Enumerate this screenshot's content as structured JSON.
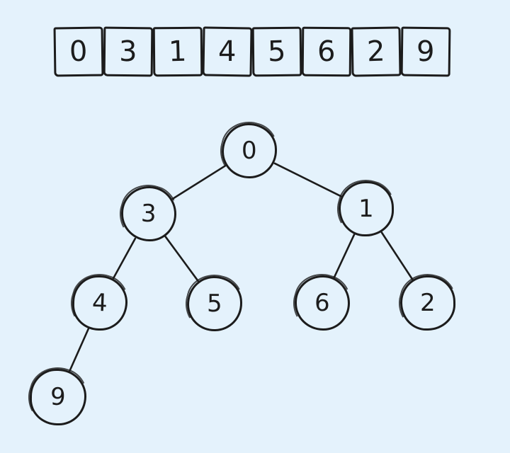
{
  "diagram": {
    "kind": "array-to-binary-tree",
    "array": {
      "values": [
        "0",
        "3",
        "1",
        "4",
        "5",
        "6",
        "2",
        "9"
      ]
    },
    "tree": {
      "nodes": [
        {
          "id": "0",
          "label": "0"
        },
        {
          "id": "3",
          "label": "3"
        },
        {
          "id": "1",
          "label": "1"
        },
        {
          "id": "4",
          "label": "4"
        },
        {
          "id": "5",
          "label": "5"
        },
        {
          "id": "6",
          "label": "6"
        },
        {
          "id": "2",
          "label": "2"
        },
        {
          "id": "9",
          "label": "9"
        }
      ],
      "edges": [
        {
          "from": "0",
          "to": "3"
        },
        {
          "from": "0",
          "to": "1"
        },
        {
          "from": "3",
          "to": "4"
        },
        {
          "from": "3",
          "to": "5"
        },
        {
          "from": "1",
          "to": "6"
        },
        {
          "from": "1",
          "to": "2"
        },
        {
          "from": "4",
          "to": "9"
        }
      ]
    }
  },
  "colors": {
    "background": "#e4f2fc",
    "stroke": "#1c1c1c"
  }
}
